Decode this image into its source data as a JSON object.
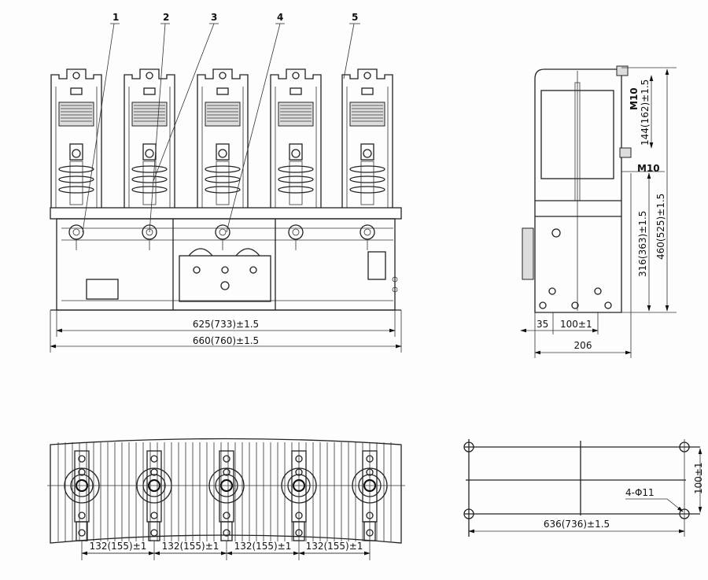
{
  "front_view": {
    "callouts": [
      "1",
      "2",
      "3",
      "4",
      "5"
    ],
    "dim_inner": "625(733)±1.5",
    "dim_outer": "660(760)±1.5"
  },
  "side_view": {
    "thread_top": "M10",
    "thread_mid": "M10",
    "dim_upper": "144(162)±1.5",
    "dim_lower": "316(363)±1.5",
    "dim_total": "460(525)±1.5",
    "dim_offset": "35",
    "dim_spacing": "100±1",
    "dim_depth": "206"
  },
  "bottom_view": {
    "pitch_dims": [
      "132(155)±1",
      "132(155)±1",
      "132(155)±1",
      "132(155)±1"
    ]
  },
  "mounting_plan": {
    "holes": "4-Φ11",
    "dim_width": "100±1",
    "dim_length": "636(736)±1.5"
  }
}
